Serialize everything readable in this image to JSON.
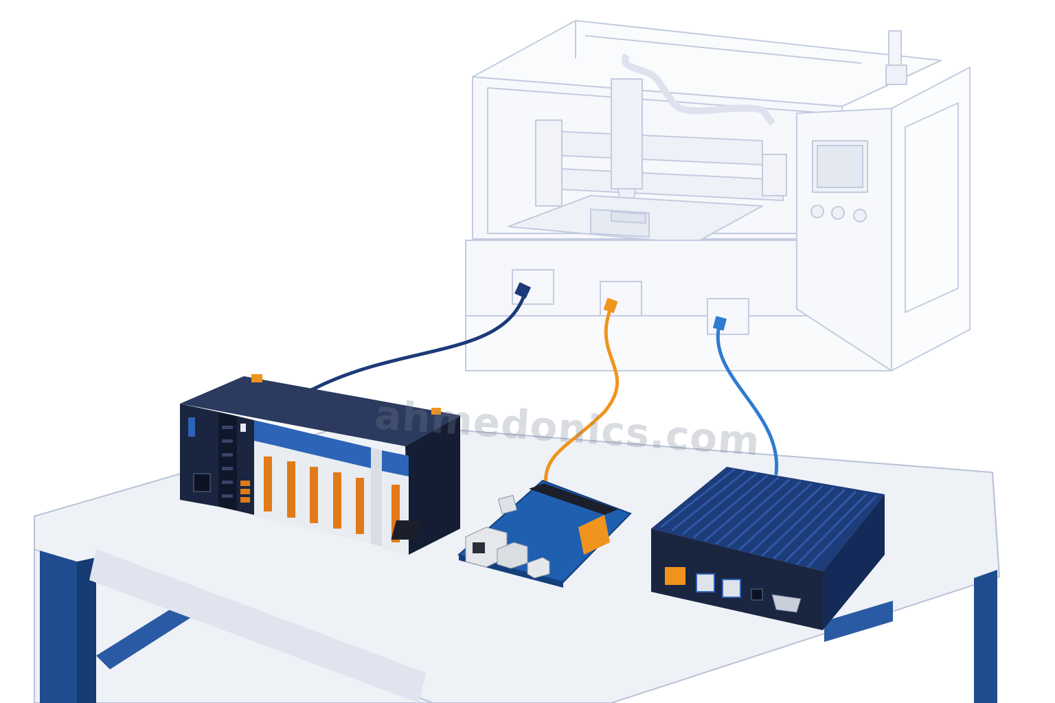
{
  "watermark": {
    "text": "ahmedonics.com"
  },
  "colors": {
    "background": "#ffffff",
    "table_top": "#eef1f6",
    "table_leg": "#1f4b8f",
    "machine_outline": "#c3cbe0",
    "plc_body": "#1a2540",
    "plc_module_accent": "#2d64b8",
    "terminal_orange": "#e07a1a",
    "board_pcb": "#1f5fb0",
    "fanless_pc": "#1d3c7a",
    "cable_dark_blue": "#1c3a78",
    "cable_orange": "#f0941e",
    "cable_light_blue": "#2f7bd0"
  },
  "scene": {
    "machine": {
      "name": "cnc-gantry-machine"
    },
    "plc": {
      "name": "modular-plc-rack"
    },
    "board": {
      "name": "embedded-controller-board"
    },
    "pc": {
      "name": "fanless-industrial-pc"
    }
  }
}
